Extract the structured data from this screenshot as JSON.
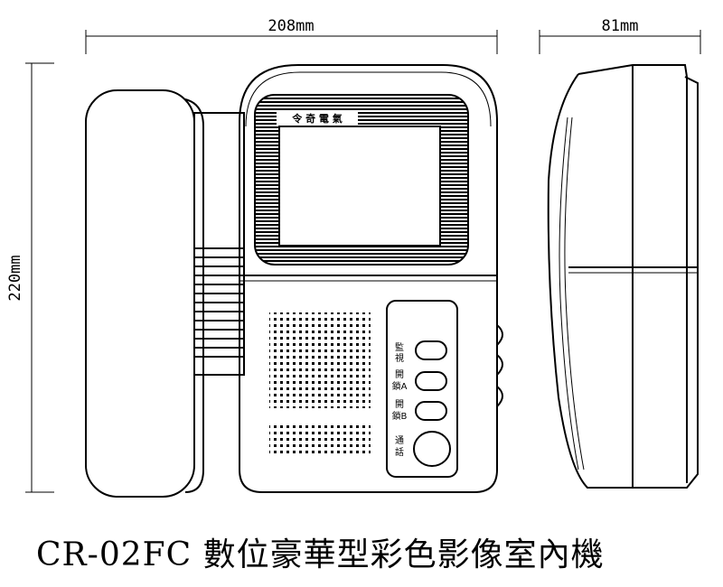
{
  "dimensions": {
    "width_label": "208mm",
    "depth_label": "81mm",
    "height_label": "220mm"
  },
  "device": {
    "brand_label": "令 奇 電 氣",
    "buttons": [
      {
        "label_line1": "監",
        "label_line2": "視",
        "shape": "oval"
      },
      {
        "label_line1": "開",
        "label_line2": "鎖A",
        "shape": "oval"
      },
      {
        "label_line1": "開",
        "label_line2": "鎖B",
        "shape": "oval"
      },
      {
        "label_line1": "通",
        "label_line2": "話",
        "shape": "round"
      }
    ]
  },
  "caption": "CR-02FC 數位豪華型彩色影像室內機"
}
